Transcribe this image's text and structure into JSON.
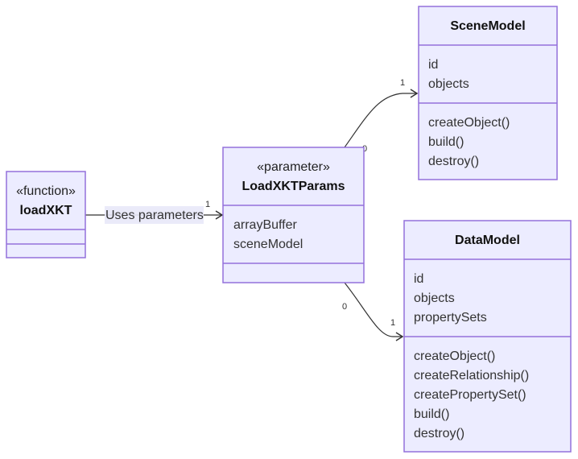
{
  "classes": {
    "loadXKT": {
      "stereotype": "«function»",
      "name": "loadXKT",
      "attributes": [],
      "methods": []
    },
    "params": {
      "stereotype": "«parameter»",
      "name": "LoadXKTParams",
      "attributes": [
        "arrayBuffer",
        "sceneModel"
      ],
      "methods": []
    },
    "sceneModel": {
      "name": "SceneModel",
      "attributes": [
        "id",
        "objects"
      ],
      "methods": [
        "createObject()",
        "build()",
        "destroy()"
      ]
    },
    "dataModel": {
      "name": "DataModel",
      "attributes": [
        "id",
        "objects",
        "propertySets"
      ],
      "methods": [
        "createObject()",
        "createRelationship()",
        "createPropertySet()",
        "build()",
        "destroy()"
      ]
    }
  },
  "relations": {
    "uses": {
      "label": "Uses parameters",
      "target_multiplicity": "1"
    },
    "params_to_scene": {
      "source_multiplicity": "0",
      "target_multiplicity": "1"
    },
    "params_to_data": {
      "source_multiplicity": "0",
      "target_multiplicity": "1"
    }
  },
  "colors": {
    "box_fill": "#ececff",
    "box_stroke": "#9370db",
    "edge": "#333333"
  }
}
